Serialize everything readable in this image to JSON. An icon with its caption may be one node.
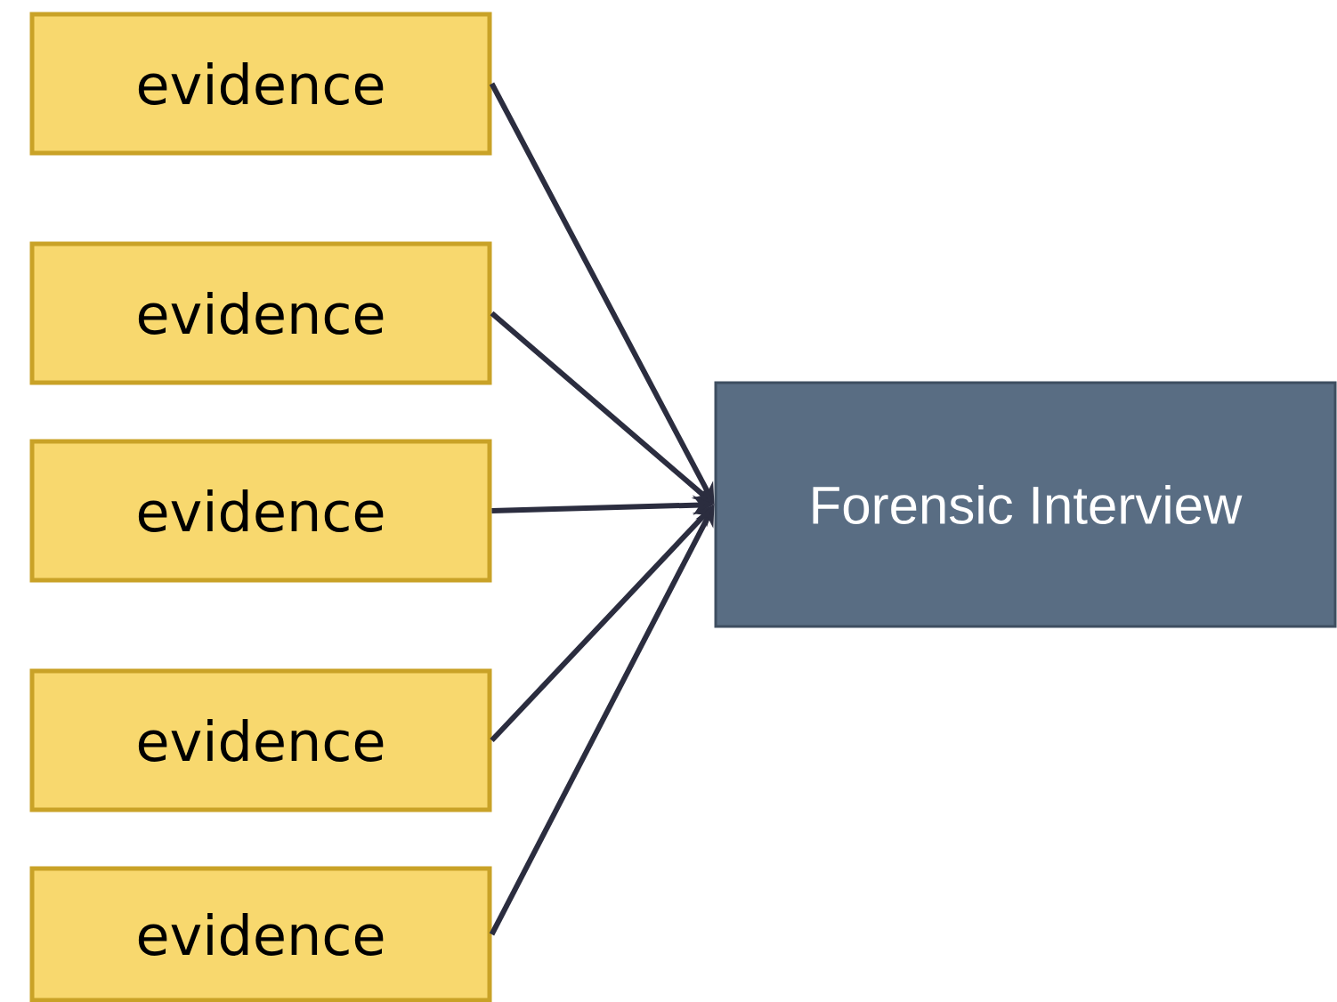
{
  "diagram": {
    "nodes": [
      {
        "text": [
          "evidence"
        ]
      },
      {
        "text": [
          "evidence"
        ]
      },
      {
        "text": [
          "evidence"
        ]
      },
      {
        "text": [
          "evidence"
        ]
      },
      {
        "text": [
          "evidence"
        ]
      },
      {
        "text": [
          "Forensic Interview"
        ]
      }
    ],
    "edges": [
      {
        "from": 0,
        "to": 5,
        "arrow": "to"
      },
      {
        "from": 1,
        "to": 5,
        "arrow": "to"
      },
      {
        "from": 2,
        "to": 5,
        "arrow": "to"
      },
      {
        "from": 3,
        "to": 5,
        "arrow": "to"
      },
      {
        "from": 4,
        "to": 5,
        "arrow": "to"
      }
    ]
  }
}
